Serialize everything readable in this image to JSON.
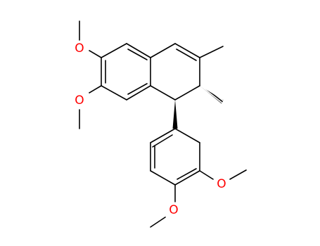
{
  "molecule": {
    "atom_labels": [
      "O",
      "O",
      "O",
      "O"
    ],
    "colors": {
      "bond": "#000000",
      "oxygen": "#ff0000",
      "background": "#ffffff"
    }
  }
}
